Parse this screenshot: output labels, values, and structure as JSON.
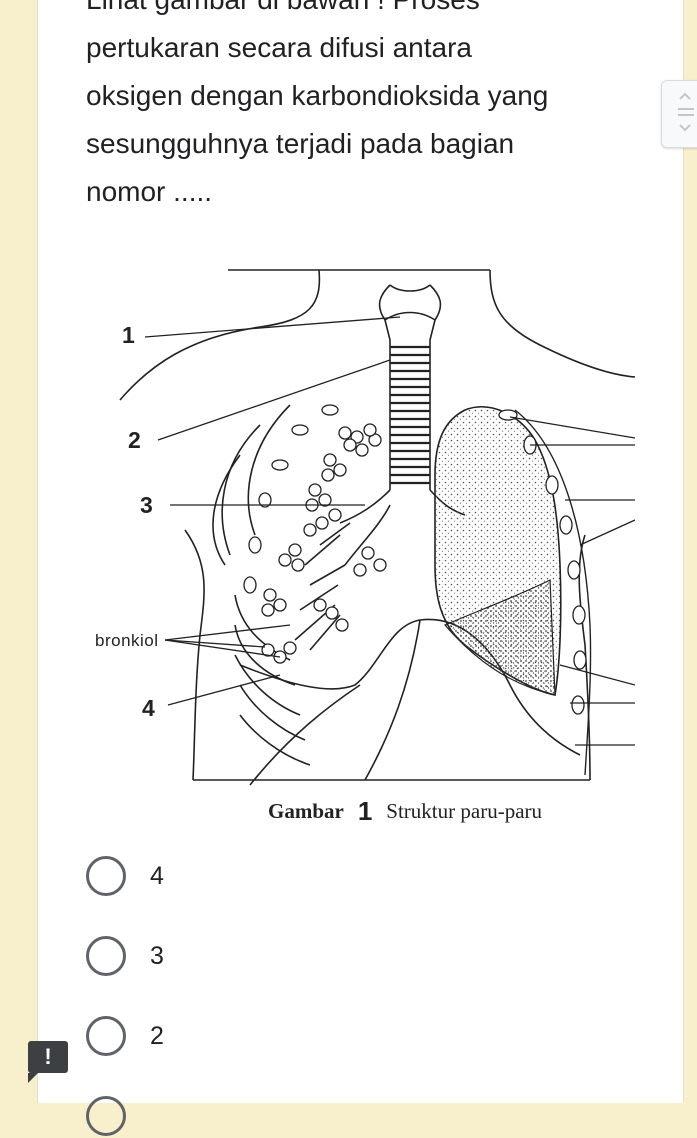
{
  "question": {
    "lines": [
      "Lihat gambar di bawah ! Proses",
      "pertukaran secara difusi antara",
      "oksigen dengan karbondioksida yang",
      "sesungguhnya terjadi pada bagian",
      "nomor ....."
    ]
  },
  "figure": {
    "labels": {
      "n1": "1",
      "n2": "2",
      "n3": "3",
      "n4": "4",
      "bronkiol": "bronkiol"
    },
    "caption_word": "Gambar",
    "caption_number": "1",
    "caption_title": "Struktur paru-paru"
  },
  "options": [
    {
      "label": "4"
    },
    {
      "label": "3"
    },
    {
      "label": "2"
    }
  ],
  "report_button": {
    "icon": "exclamation-icon",
    "glyph": "!"
  }
}
